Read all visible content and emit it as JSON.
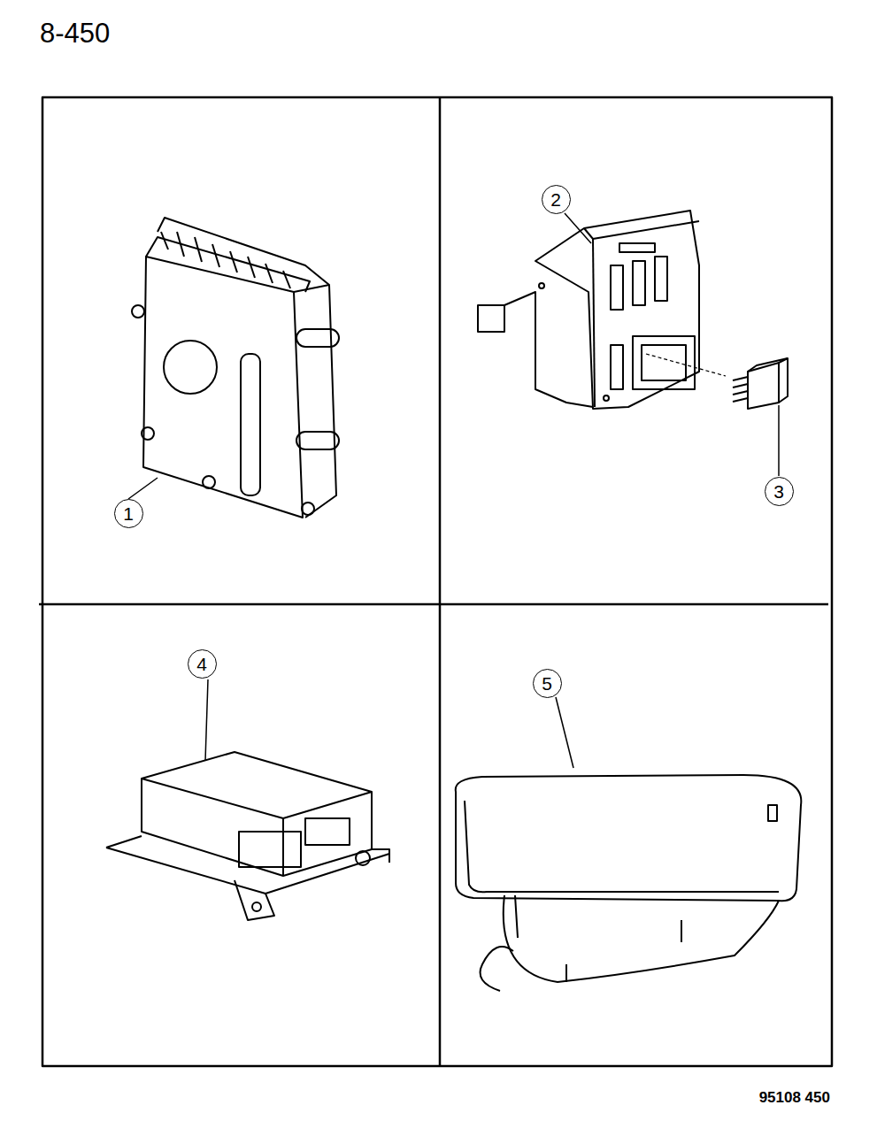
{
  "diagram": {
    "nodes": [
      {
        "text": [
          "1"
        ]
      },
      {
        "text": [
          "2"
        ]
      },
      {
        "text": [
          "3"
        ]
      },
      {
        "text": [
          "4"
        ]
      },
      {
        "text": [
          "5"
        ]
      }
    ],
    "labels": [
      "8-450",
      "95108 450"
    ]
  }
}
